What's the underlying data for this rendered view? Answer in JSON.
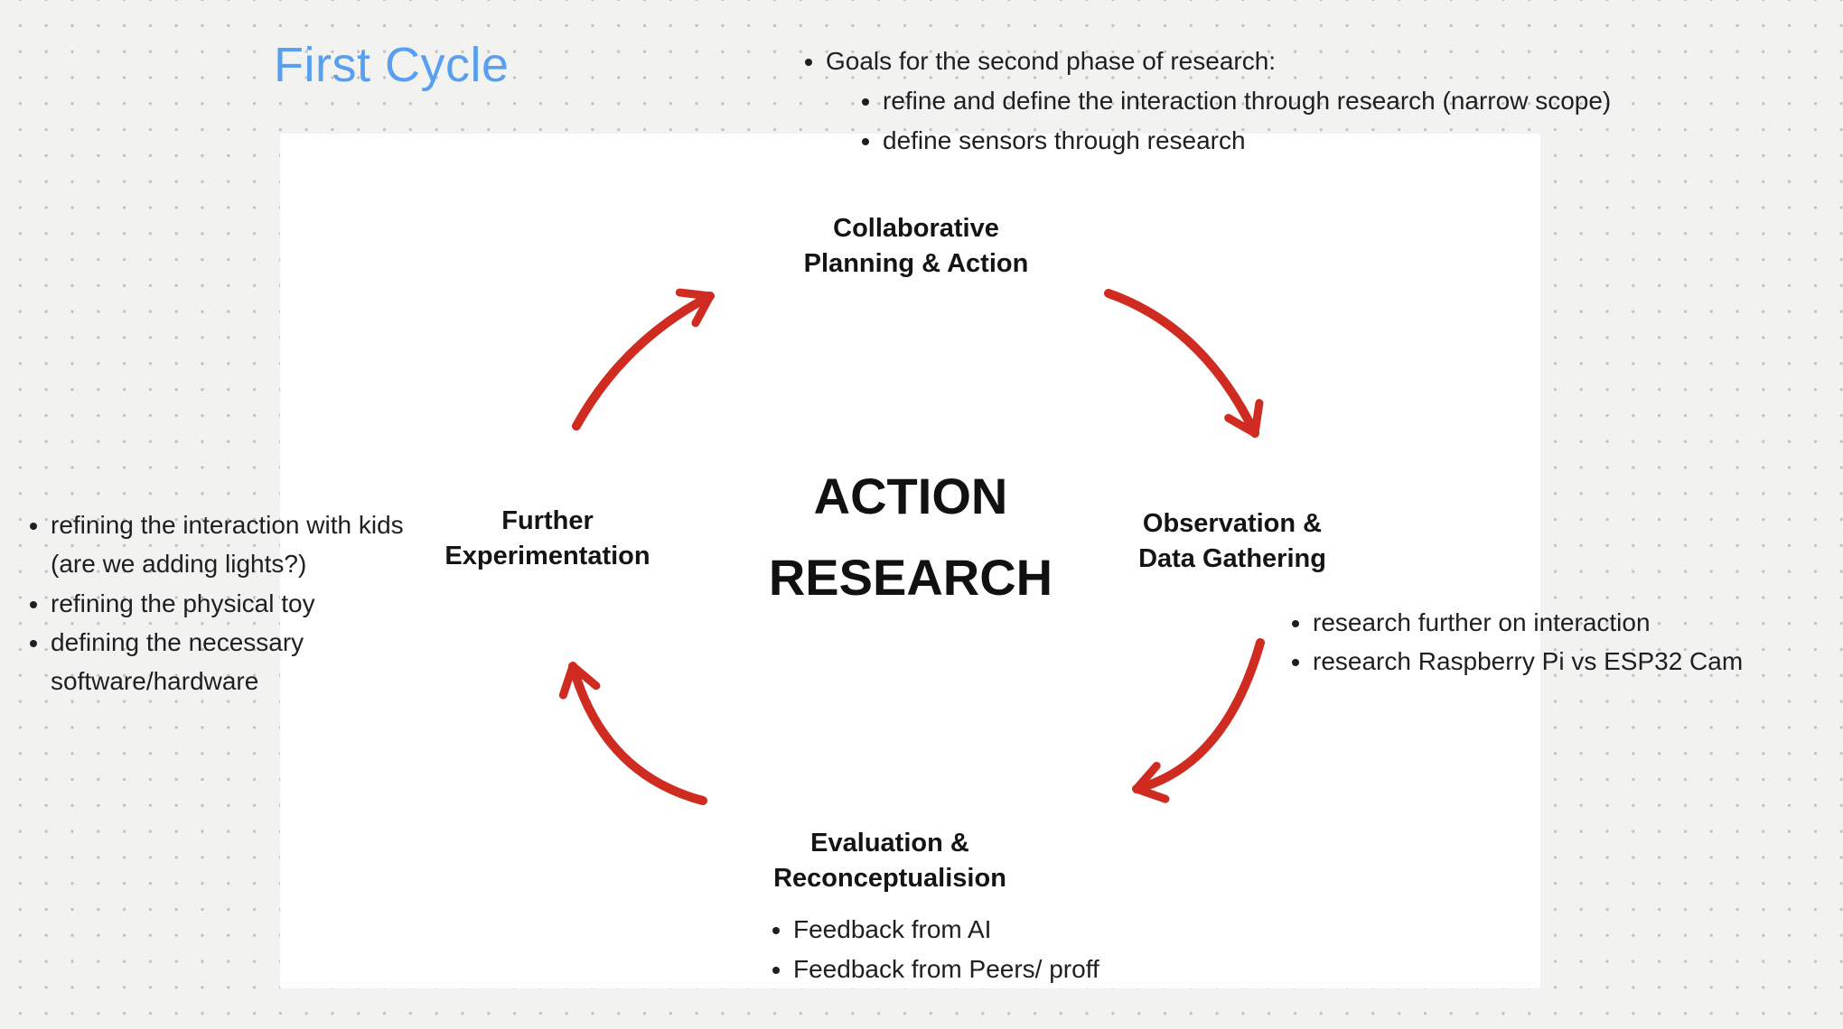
{
  "title": "First Cycle",
  "goals": {
    "heading": "Goals for the second phase of research:",
    "items": [
      "refine and define the interaction through research (narrow scope)",
      "define sensors through research"
    ]
  },
  "diagram": {
    "center_line1": "ACTION",
    "center_line2": "RESEARCH",
    "stage_top": {
      "line1": "Collaborative",
      "line2": "Planning & Action"
    },
    "stage_right": {
      "line1": "Observation &",
      "line2": "Data Gathering"
    },
    "stage_bottom": {
      "line1": "Evaluation &",
      "line2": "Reconceptualision"
    },
    "stage_left": {
      "line1": "Further",
      "line2": "Experimentation"
    }
  },
  "left_notes": {
    "item1": {
      "line1": "refining the interaction with kids",
      "line2": "(are we adding lights?)"
    },
    "item2": "refining the physical toy",
    "item3": {
      "line1": "defining the necessary",
      "line2": "software/hardware"
    }
  },
  "right_notes": {
    "item1": "research further on interaction",
    "item2": "research Raspberry Pi vs ESP32 Cam"
  },
  "bottom_notes": {
    "item1": "Feedback from AI",
    "item2": "Feedback from Peers/ proff"
  },
  "colors": {
    "background": "#f2f2f1",
    "surface_white": "#fefefe",
    "accent_blue": "#58a0ef",
    "arrow_red": "#cf2b21",
    "text_dark": "#1d1d1f"
  }
}
